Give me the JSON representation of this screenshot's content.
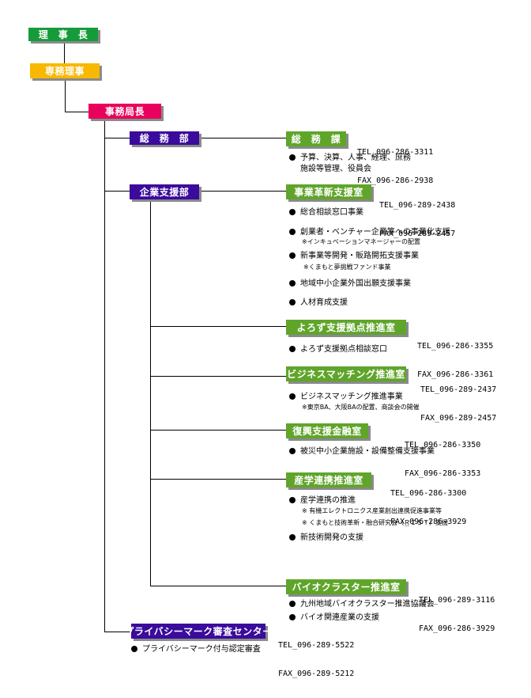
{
  "top": {
    "chairman": "理　事　長",
    "managing_director": "専務理事",
    "secretariat": "事務局長"
  },
  "general_affairs": {
    "department": "総　務　部",
    "section": "総　務　課",
    "tel": "TEL_096-286-3311",
    "fax": "FAX_096-286-2938",
    "items": [
      "予算、決算、人事、経理、庶務",
      "施設等管理、役員会"
    ]
  },
  "enterprise_support": {
    "department": "企業支援部",
    "innovation": {
      "label": "事業革新支援室",
      "tel": "TEL_096-289-2438",
      "fax": "FAX_096-289-2457",
      "items": [
        "総合相談窓口事業",
        "創業者・ベンチャー企業等への事業化支援",
        "新事業等開発・販路開拓支援事業",
        "地域中小企業外国出願支援事業",
        "人材育成支援"
      ],
      "notes": [
        "※インキュベーションマネージャーの配置",
        "※くまもと夢挑戦ファンド事業"
      ]
    },
    "yorozu": {
      "label": "よろず支援拠点推進室",
      "tel": "TEL_096-286-3355",
      "fax": "FAX_096-286-3361",
      "items": [
        "よろず支援拠点相談窓口"
      ]
    },
    "matching": {
      "label": "ビジネスマッチング推進室",
      "tel": "TEL_096-289-2437",
      "fax": "FAX_096-289-2457",
      "items": [
        "ビジネスマッチング推進事業"
      ],
      "notes": [
        "※東京BA、大阪BAの配置、商談会の開催"
      ]
    },
    "recovery": {
      "label": "復興支援金融室",
      "tel": "TEL_096-286-3350",
      "fax": "FAX_096-286-3353",
      "items": [
        "被災中小企業施設・設備整備支援事業"
      ]
    },
    "industry_academia": {
      "label": "産学連携推進室",
      "tel": "TEL_096-286-3300",
      "fax": "FAX_096-286-3929",
      "items": [
        "産学連携の推進",
        "新技術開発の支援"
      ],
      "notes": [
        "※ 有機エレクトロニクス産業創出連携促進事業等",
        "※ くまもと技術革新・融合研究会（ＲＩＳＴ）支援"
      ]
    },
    "bio": {
      "label": "バイオクラスター推進室",
      "tel": "TEL_096-289-3116",
      "fax": "FAX_096-286-3929",
      "items": [
        "九州地域バイオクラスター推進協議会",
        "バイオ関連産業の支援"
      ]
    }
  },
  "privacy": {
    "label": "プライバシーマーク審査センター",
    "tel": "TEL_096-289-5522",
    "fax": "FAX_096-289-5212",
    "items": [
      "プライバシーマーク付与認定審査"
    ]
  }
}
